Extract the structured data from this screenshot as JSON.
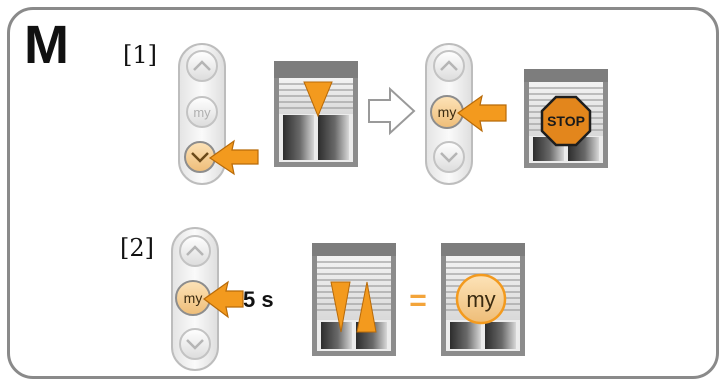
{
  "instruction": {
    "section_letter": "M",
    "steps": [
      {
        "label": "[1]"
      },
      {
        "label": "[2]",
        "duration_label": "5 s"
      }
    ],
    "remote_button_label": "my",
    "stop_sign_label": "STOP",
    "equals_sign": "=",
    "colors": {
      "frame": "#8a8a8a",
      "arrow_orange": "#f39a1e",
      "pressed_button": "#f6cf95",
      "stop_sign": "#e3861c",
      "remote_body": "#f2f2f2"
    },
    "icons": [
      "remote-control-icon",
      "roller-shutter-icon",
      "press-arrow-icon",
      "outline-arrow-icon",
      "stop-sign-icon",
      "equals-icon"
    ]
  }
}
